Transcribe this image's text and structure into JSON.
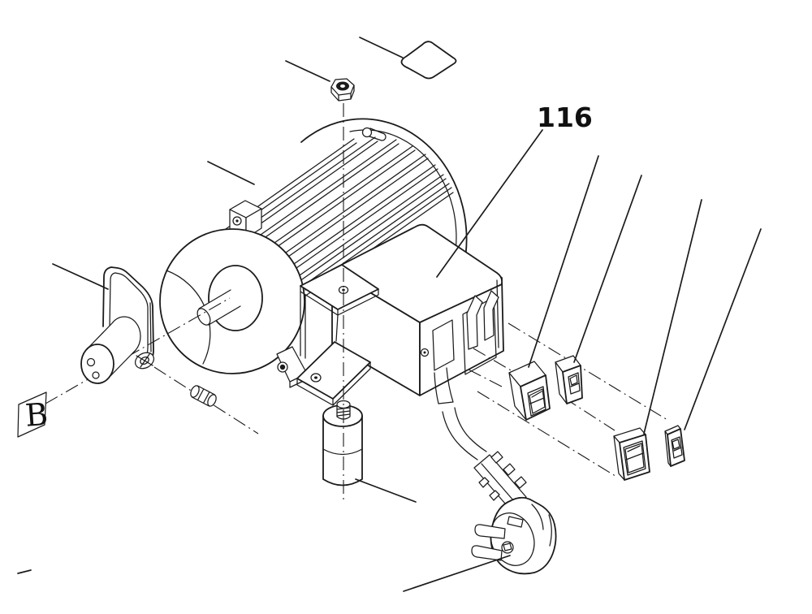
{
  "diagram": {
    "kind": "exploded-parts-line-drawing",
    "subject": "electric motor with terminal box, switches, capacitor and power plug",
    "background_color": "#ffffff",
    "line_color": "#1b1b1b",
    "callouts": {
      "part_number": "116",
      "detail_marker": "B"
    },
    "parts": [
      "hex-nut",
      "name-plate",
      "electric-motor",
      "terminal-box",
      "mounting-bracket",
      "foot-plate",
      "motor-foot-clamp",
      "capacitor",
      "power-cable",
      "cable-terminal-strip",
      "power-plug",
      "rocker-switch-framed-1",
      "micro-switch-1",
      "rocker-switch-framed-2",
      "micro-switch-2",
      "lock-lever",
      "lever-roller",
      "lever-pin"
    ]
  }
}
